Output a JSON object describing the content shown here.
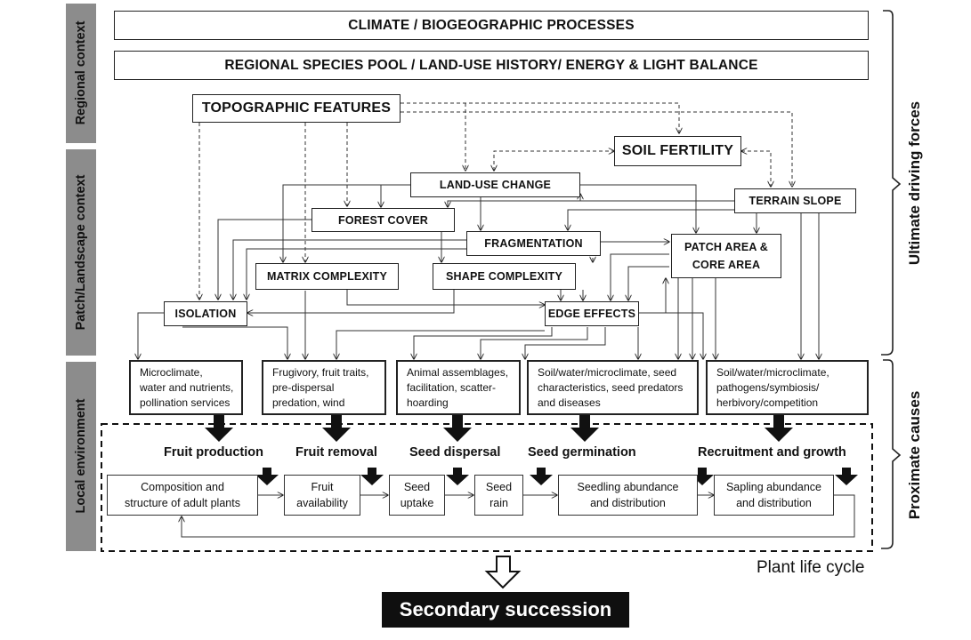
{
  "bands": {
    "climate": "CLIMATE / BIOGEOGRAPHIC PROCESSES",
    "regional": "REGIONAL SPECIES POOL / LAND-USE HISTORY/ ENERGY & LIGHT BALANCE"
  },
  "nodes": {
    "topographic": "TOPOGRAPHIC FEATURES",
    "soil": "SOIL FERTILITY",
    "landuse": "LAND-USE CHANGE",
    "terrain": "TERRAIN SLOPE",
    "forest": "FOREST COVER",
    "fragmentation": "FRAGMENTATION",
    "patch_line1": "PATCH AREA &",
    "patch_line2": "CORE AREA",
    "matrix": "MATRIX COMPLEXITY",
    "shape": "SHAPE COMPLEXITY",
    "isolation": "ISOLATION",
    "edge": "EDGE EFFECTS"
  },
  "causes": [
    [
      "Microclimate,",
      "water and nutrients,",
      "pollination services"
    ],
    [
      "Frugivory, fruit traits,",
      "pre-dispersal",
      "predation, wind"
    ],
    [
      "Animal assemblages,",
      "facilitation, scatter-",
      "hoarding"
    ],
    [
      "Soil/water/microclimate, seed",
      "characteristics, seed predators",
      "and diseases"
    ],
    [
      "Soil/water/microclimate,",
      "pathogens/symbiosis/",
      "herbivory/competition"
    ]
  ],
  "stages": [
    "Fruit  production",
    "Fruit removal",
    "Seed dispersal",
    "Seed germination",
    "Recruitment and growth"
  ],
  "cycle": [
    [
      "Composition and",
      "structure of adult plants"
    ],
    [
      "Fruit",
      "availability"
    ],
    [
      "Seed",
      "uptake"
    ],
    [
      "Seed",
      "rain"
    ],
    [
      "Seedling abundance",
      "and distribution"
    ],
    [
      "Sapling abundance",
      "and distribution"
    ]
  ],
  "sidebars": {
    "regional": "Regional context",
    "landscape": "Patch/Landscape context",
    "local": "Local environment"
  },
  "right_labels": {
    "ultimate": "Ultimate driving forces",
    "proximate": "Proximate causes"
  },
  "plant_life_cycle": "Plant life cycle",
  "result": "Secondary succession"
}
